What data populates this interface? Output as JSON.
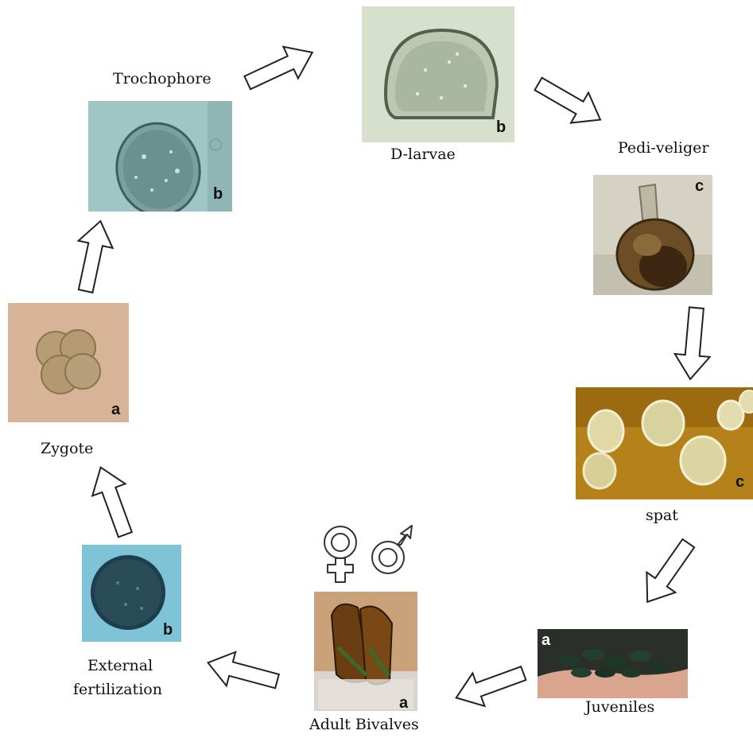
{
  "stages": {
    "trochophore": {
      "label": "Trochophore",
      "letter": "b"
    },
    "d_larvae": {
      "label": "D-larvae",
      "letter": "b"
    },
    "pedi_veliger": {
      "label": "Pedi-veliger",
      "letter": "c"
    },
    "spat": {
      "label": "spat",
      "letter": "c"
    },
    "juveniles": {
      "label": "Juveniles",
      "letter": "a"
    },
    "adult_bivalves": {
      "label": "Adult  Bivalves",
      "letter": "a"
    },
    "external_fertilization": {
      "label_line1": "External",
      "label_line2": "fertilization",
      "letter": "b"
    },
    "zygote": {
      "label": "Zygote",
      "letter": "a"
    }
  },
  "symbols": [
    "female-symbol",
    "male-symbol"
  ]
}
